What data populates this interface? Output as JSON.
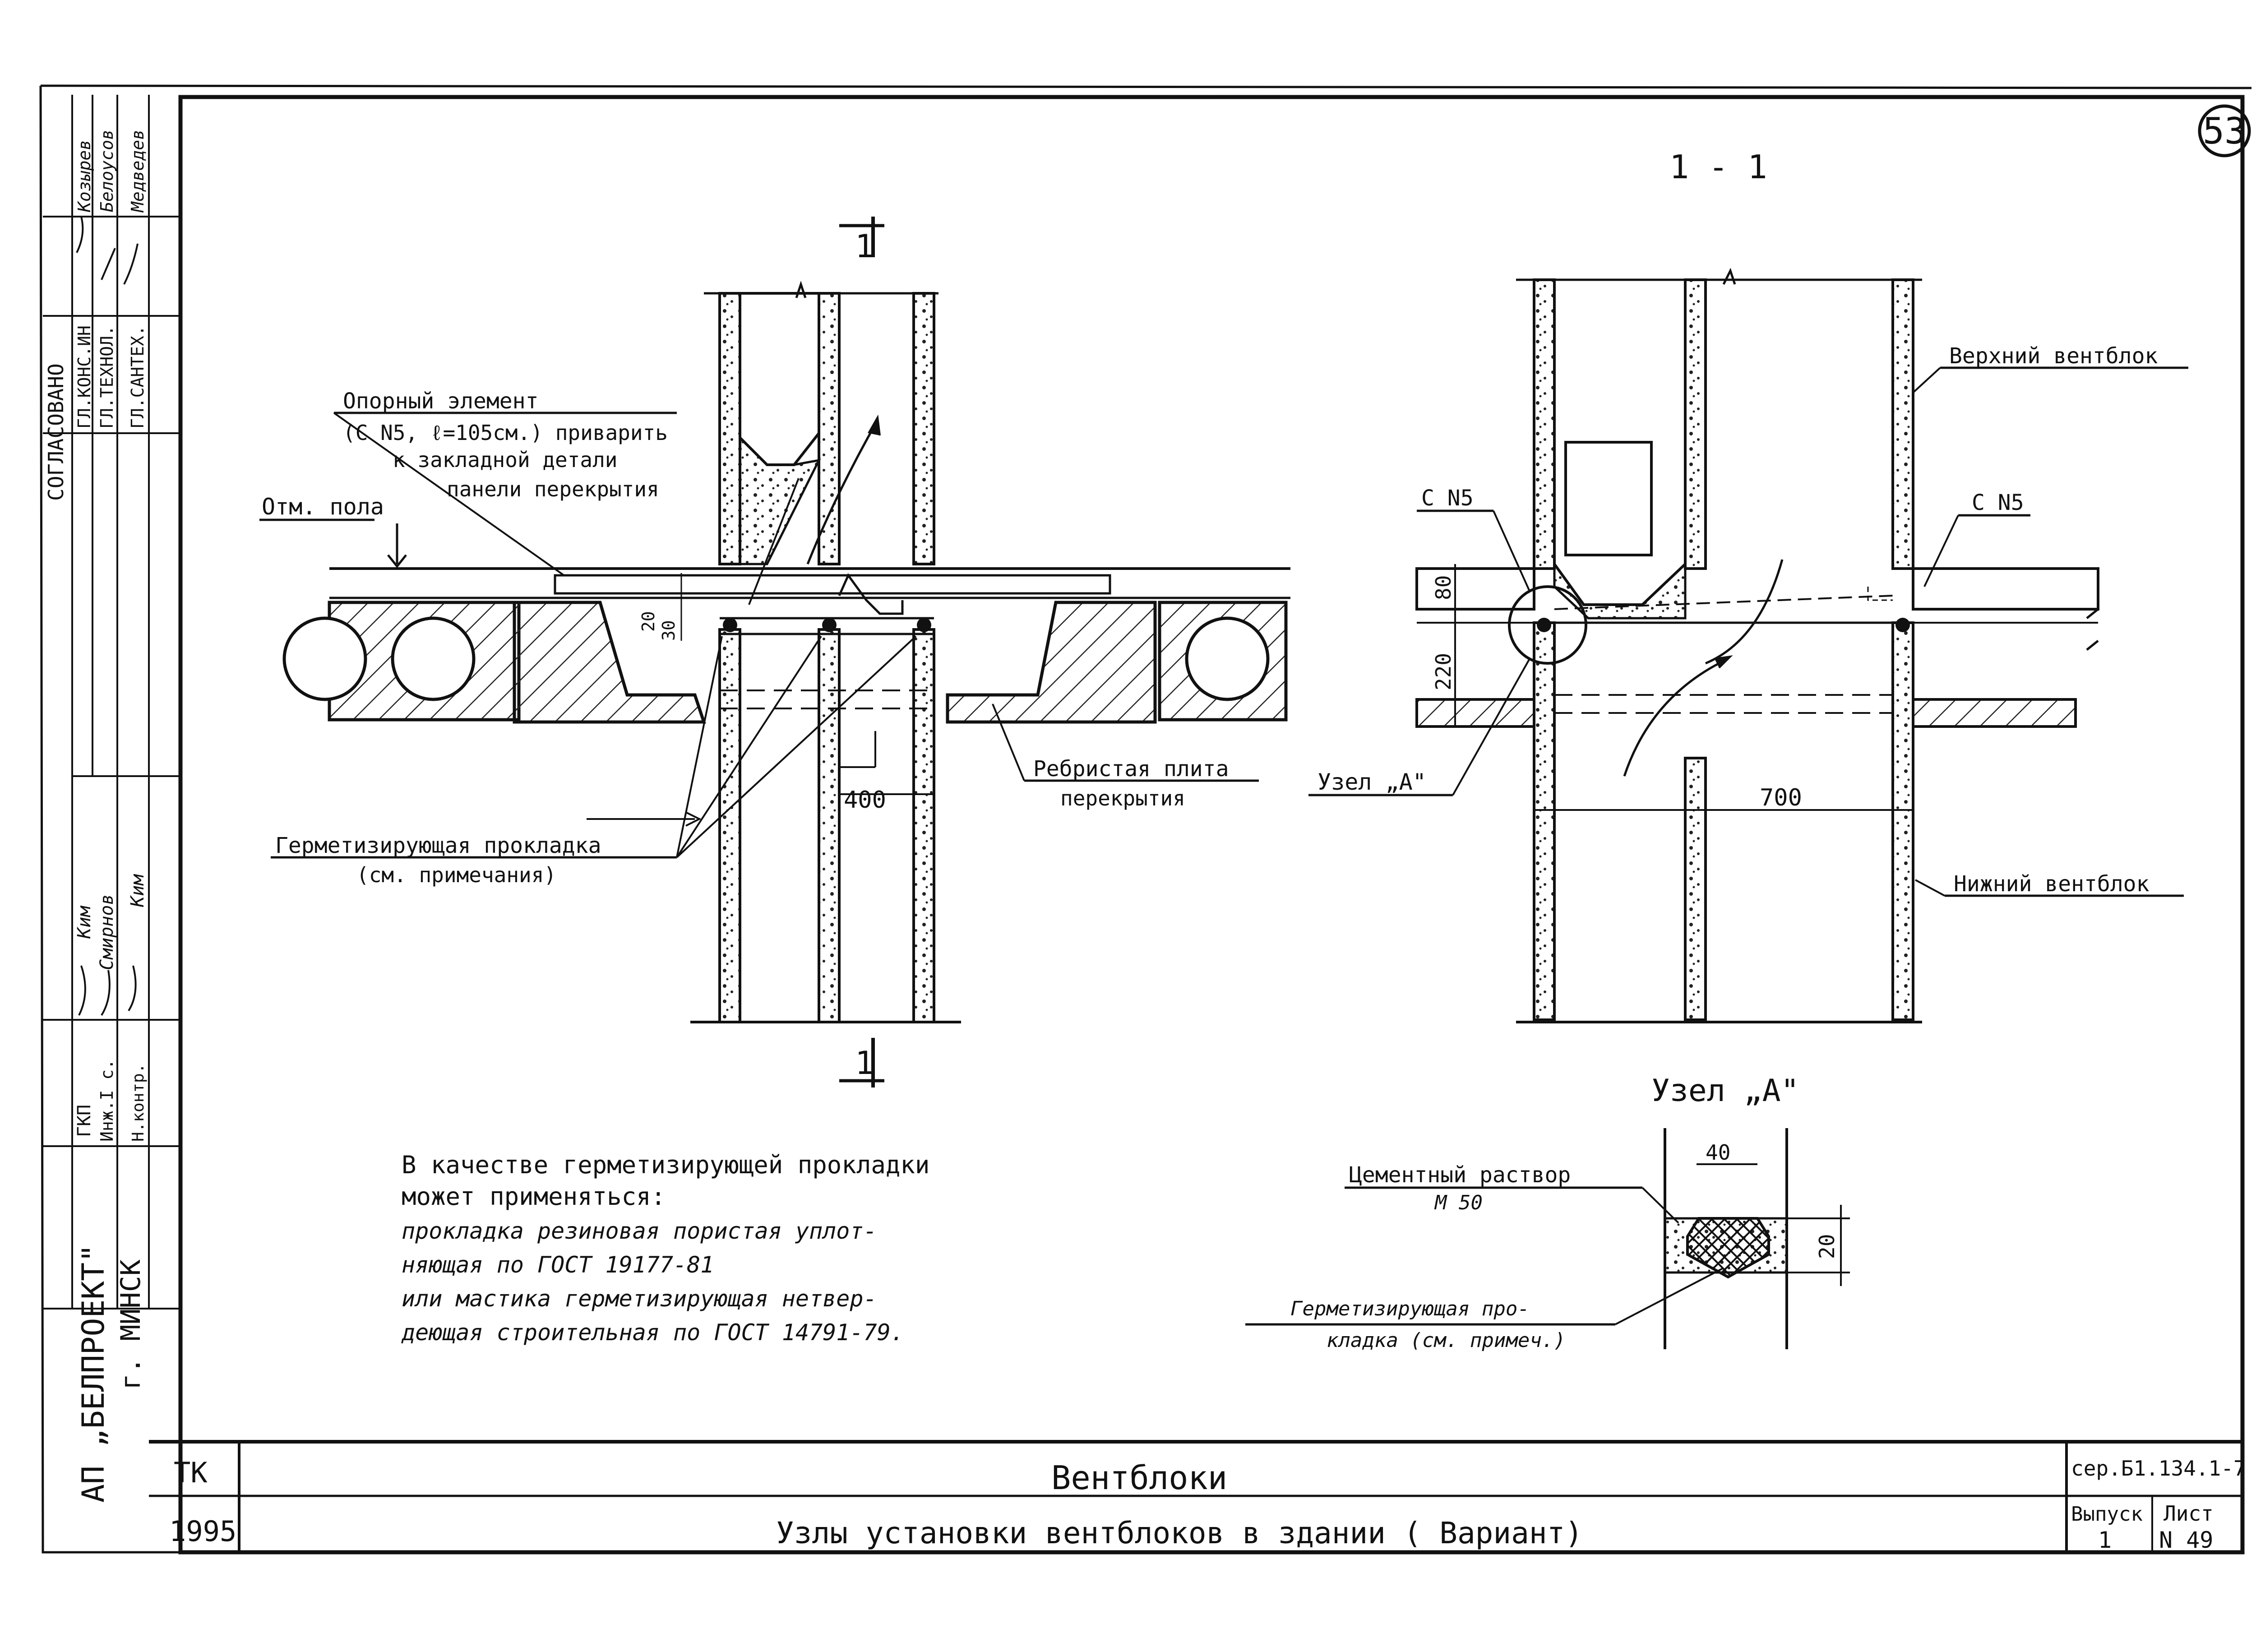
{
  "sheet": {
    "page_number": "53",
    "section_label": "1 - 1",
    "cut_mark": "1"
  },
  "stamp": {
    "agreed_label": "СОГЛАСОВАНО",
    "roles": [
      "ГЛ.КОНС.ИН",
      "ГЛ.ТЕХНОЛ.",
      "ГЛ.САНТЕХ."
    ],
    "names": [
      "Козырев",
      "Белоусов",
      "Медведев"
    ],
    "staff_roles": [
      "ГКП",
      "Инж.I с.",
      "Н.контр."
    ],
    "staff_names": [
      "Ким",
      "Смирнов",
      "Ким"
    ],
    "org": "АП „БЕЛПРОЕКТ\"",
    "city": "г. МИНСК"
  },
  "left_view": {
    "support_element": [
      "Опорный элемент",
      "(С N5, ℓ=105см.) приварить",
      "к закладной детали",
      "панели перекрытия"
    ],
    "floor_mark": "Отм. пола",
    "dim_20": "20",
    "dim_30": "30",
    "dim_400": "400",
    "ribbed_slab": [
      "Ребристая плита",
      "перекрытия"
    ],
    "gasket": [
      "Герметизирующая прокладка",
      "(см. примечания)"
    ]
  },
  "right_view": {
    "upper_block": "Верхний вентблок",
    "lower_block": "Нижний вентблок",
    "c5_left": "С N5",
    "c5_right": "С N5",
    "dim_80": "80",
    "dim_220": "220",
    "dim_700": "700",
    "node_ref": "Узел „А\""
  },
  "node_a": {
    "title": "Узел „А\"",
    "mortar": [
      "Цементный раствор",
      "М 50"
    ],
    "dim_40": "40",
    "dim_20": "20",
    "gasket": [
      "Герметизирующая про-",
      "кладка (см. примеч.)"
    ]
  },
  "note": {
    "lines": [
      "В качестве герметизирующей прокладки",
      "может применяться:",
      "прокладка резиновая пористая уплот-",
      "няющая по ГОСТ 19177-81",
      "или мастика герметизирующая нетвер-",
      "деющая строительная по ГОСТ 14791-79."
    ]
  },
  "title_block": {
    "code": "ТК",
    "year": "1995",
    "title": "Вентблоки",
    "subtitle": "Узлы установки вентблоков в здании ( Вариант)",
    "series": "сер.Б1.134.1-7",
    "issue_label": "Выпуск",
    "issue": "1",
    "sheet_label": "Лист",
    "sheet": "N 49"
  }
}
